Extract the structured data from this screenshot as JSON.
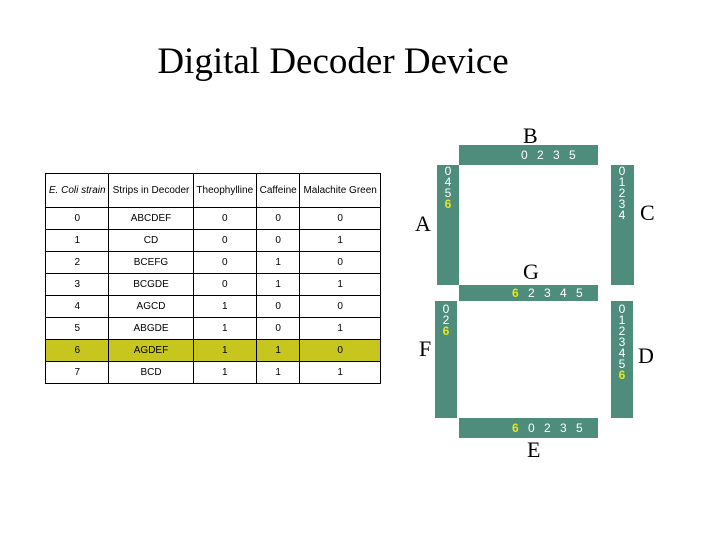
{
  "title": "Digital Decoder Device",
  "table": {
    "headers": [
      "E. Coli strain",
      "Strips in Decoder",
      "Theophylline",
      "Caffeine",
      "Malachite Green"
    ],
    "rows": [
      [
        "0",
        "ABCDEF",
        "0",
        "0",
        "0"
      ],
      [
        "1",
        "CD",
        "0",
        "0",
        "1"
      ],
      [
        "2",
        "BCEFG",
        "0",
        "1",
        "0"
      ],
      [
        "3",
        "BCGDE",
        "0",
        "1",
        "1"
      ],
      [
        "4",
        "AGCD",
        "1",
        "0",
        "0"
      ],
      [
        "5",
        "ABGDE",
        "1",
        "0",
        "1"
      ],
      [
        "6",
        "AGDEF",
        "1",
        "1",
        "0"
      ],
      [
        "7",
        "BCD",
        "1",
        "1",
        "1"
      ]
    ],
    "highlight_row_color": "#c6c61e"
  },
  "segments": {
    "color": "#4e8c7c",
    "highlight_digit_color": "#e6e61e",
    "B": {
      "label": "B",
      "digits": "0 2 3 5"
    },
    "A": {
      "label": "A",
      "digits": "045",
      "highlight": "6"
    },
    "C": {
      "label": "C",
      "digits": "01234"
    },
    "G": {
      "label": "G",
      "highlight": "6",
      "digits": " 2 3 4 5"
    },
    "F": {
      "label": "F",
      "digits": "02",
      "highlight": "6"
    },
    "D": {
      "label": "D",
      "digits": "012345",
      "highlight": "6"
    },
    "E": {
      "label": "E",
      "highlight": "6",
      "digits": " 0 2 3 5"
    }
  }
}
